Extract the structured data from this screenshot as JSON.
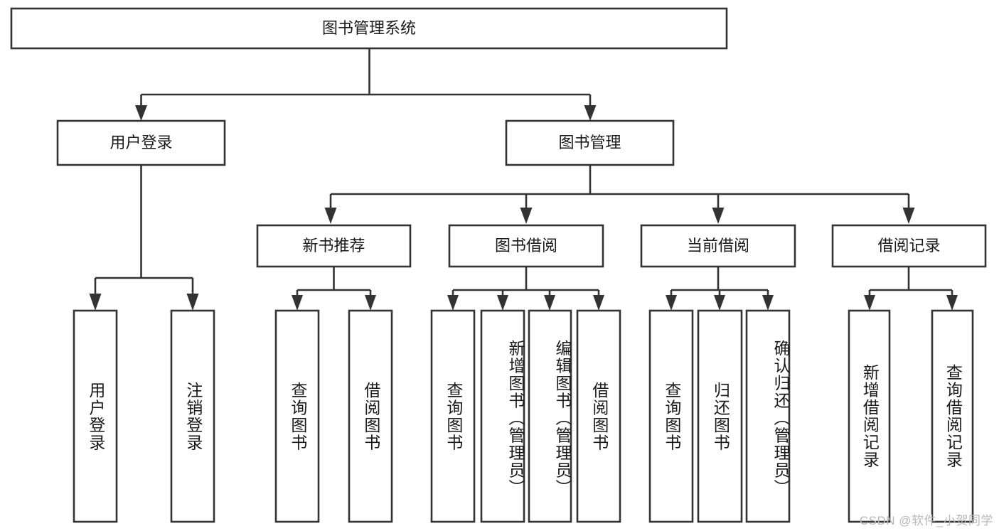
{
  "diagram": {
    "title": "图书管理系统",
    "type": "tree-hierarchy-chart",
    "watermark": "CSDN @软件_小贺同学",
    "colors": {
      "box_fill": "#ffffff",
      "box_stroke": "#333333",
      "text": "#1a1a1a",
      "background": "#ffffff",
      "watermark": "#b8b8b8"
    },
    "root": {
      "label": "图书管理系统"
    },
    "level2": [
      {
        "id": "user-login",
        "label": "用户登录"
      },
      {
        "id": "book-management",
        "label": "图书管理"
      }
    ],
    "level3": [
      {
        "id": "new-book-recommend",
        "label": "新书推荐"
      },
      {
        "id": "book-borrow",
        "label": "图书借阅"
      },
      {
        "id": "current-borrow",
        "label": "当前借阅"
      },
      {
        "id": "borrow-record",
        "label": "借阅记录"
      }
    ],
    "leaves": {
      "user_login": [
        {
          "id": "leaf-user-login",
          "label": "用户登录"
        },
        {
          "id": "leaf-logout-login",
          "label": "注销登录"
        }
      ],
      "new_book_recommend": [
        {
          "id": "leaf-query-book-1",
          "label": "查询图书"
        },
        {
          "id": "leaf-borrow-book-1",
          "label": "借阅图书"
        }
      ],
      "book_borrow": [
        {
          "id": "leaf-query-book-2",
          "label": "查询图书"
        },
        {
          "id": "leaf-add-book",
          "label": "新增图书（管理员）"
        },
        {
          "id": "leaf-edit-book",
          "label": "编辑图书（管理员）"
        },
        {
          "id": "leaf-borrow-book-2",
          "label": "借阅图书"
        }
      ],
      "current_borrow": [
        {
          "id": "leaf-query-book-3",
          "label": "查询图书"
        },
        {
          "id": "leaf-return-book",
          "label": "归还图书"
        },
        {
          "id": "leaf-confirm-return",
          "label": "确认归还（管理员）"
        }
      ],
      "borrow_record": [
        {
          "id": "leaf-add-borrow-record",
          "label": "新增借阅记录"
        },
        {
          "id": "leaf-query-borrow-record",
          "label": "查询借阅记录"
        }
      ]
    }
  }
}
